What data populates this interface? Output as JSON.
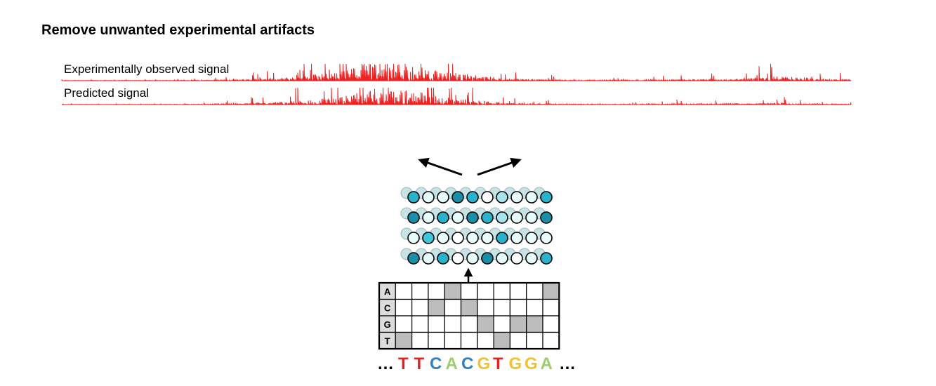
{
  "title": "Remove unwanted experimental artifacts",
  "tracks": [
    {
      "label": "Experimentally observed signal",
      "color": "#ee2222"
    },
    {
      "label": "Predicted signal",
      "color": "#ee2222"
    }
  ],
  "network": {
    "layers": [
      [
        "#2ab3cc",
        "#e8fbfb",
        "#e8fbfb",
        "#1a8fa8",
        "#2ab3cc",
        "#ffffff",
        "#a6e3ec",
        "#e8fbfb",
        "#e8fbfb",
        "#2ab3cc"
      ],
      [
        "#1a8fa8",
        "#e8fbfb",
        "#2ab3cc",
        "#e8fbfb",
        "#1a8fa8",
        "#2ab3cc",
        "#a6e3ec",
        "#e8fbfb",
        "#e8fbfb",
        "#1a8fa8"
      ],
      [
        "#e8fbfb",
        "#40c7dd",
        "#e8fbfb",
        "#ffffff",
        "#e8fbfb",
        "#e8fbfb",
        "#2ab3cc",
        "#e8fbfb",
        "#e8fbfb",
        "#e8fbfb"
      ],
      [
        "#1a8fa8",
        "#e8fbfb",
        "#2ab3cc",
        "#ffffff",
        "#e8fbfb",
        "#1a8fa8",
        "#e8fbfb",
        "#ffffff",
        "#e8fbfb",
        "#2ab3cc"
      ]
    ],
    "back_color": "#c8e3e6"
  },
  "onehot": {
    "rows": [
      "A",
      "C",
      "G",
      "T"
    ],
    "cells": [
      [
        0,
        0,
        0,
        1,
        0,
        0,
        0,
        0,
        0,
        1
      ],
      [
        0,
        0,
        1,
        0,
        1,
        0,
        0,
        0,
        0,
        0
      ],
      [
        0,
        0,
        0,
        0,
        0,
        1,
        0,
        1,
        1,
        0
      ],
      [
        1,
        0,
        0,
        0,
        0,
        0,
        1,
        0,
        0,
        0
      ]
    ]
  },
  "sequence": {
    "prefix": "…",
    "suffix": "…",
    "bases": [
      {
        "b": "T",
        "color": "#e02424"
      },
      {
        "b": "T",
        "color": "#e02424"
      },
      {
        "b": "C",
        "color": "#2f7fc1"
      },
      {
        "b": "A",
        "color": "#9ccf6b"
      },
      {
        "b": "C",
        "color": "#2f7fc1"
      },
      {
        "b": "G",
        "color": "#f2c12e"
      },
      {
        "b": "T",
        "color": "#e02424"
      },
      {
        "b": "G",
        "color": "#f2c12e"
      },
      {
        "b": "G",
        "color": "#f2c12e"
      },
      {
        "b": "A",
        "color": "#9ccf6b"
      }
    ]
  }
}
